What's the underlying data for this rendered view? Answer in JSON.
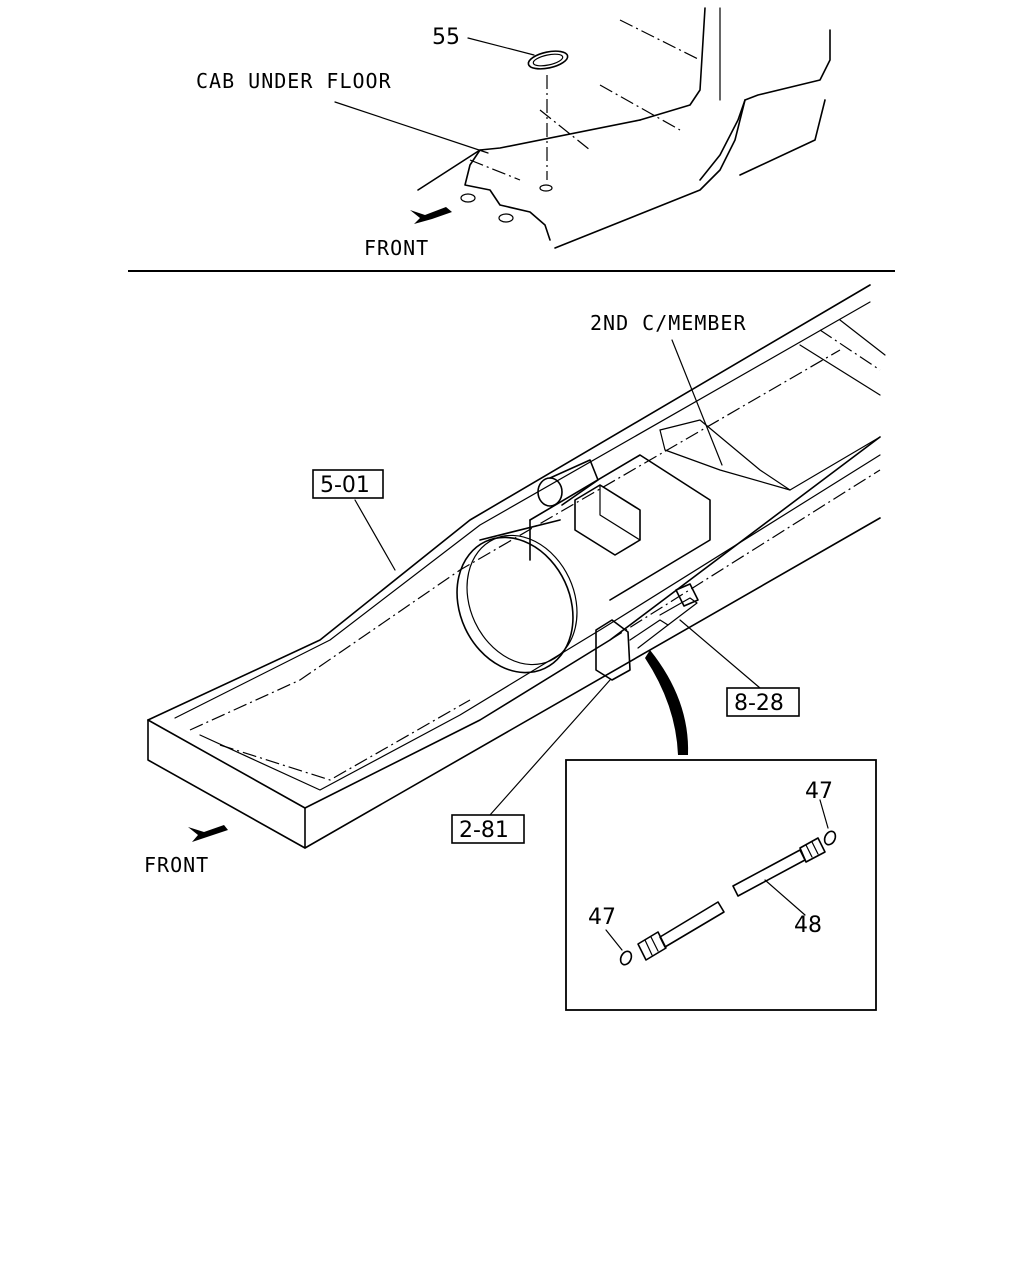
{
  "top_view": {
    "part_55": "55",
    "cab_label": "CAB UNDER FLOOR",
    "front_label": "FRONT"
  },
  "main_view": {
    "crossmember_label": "2ND C/MEMBER",
    "ref_frame": "5-01",
    "ref_sensor": "8-28",
    "ref_bracket": "2-81",
    "front_label": "FRONT"
  },
  "detail": {
    "oring_top": "47",
    "oring_bottom": "47",
    "pipe": "48"
  }
}
